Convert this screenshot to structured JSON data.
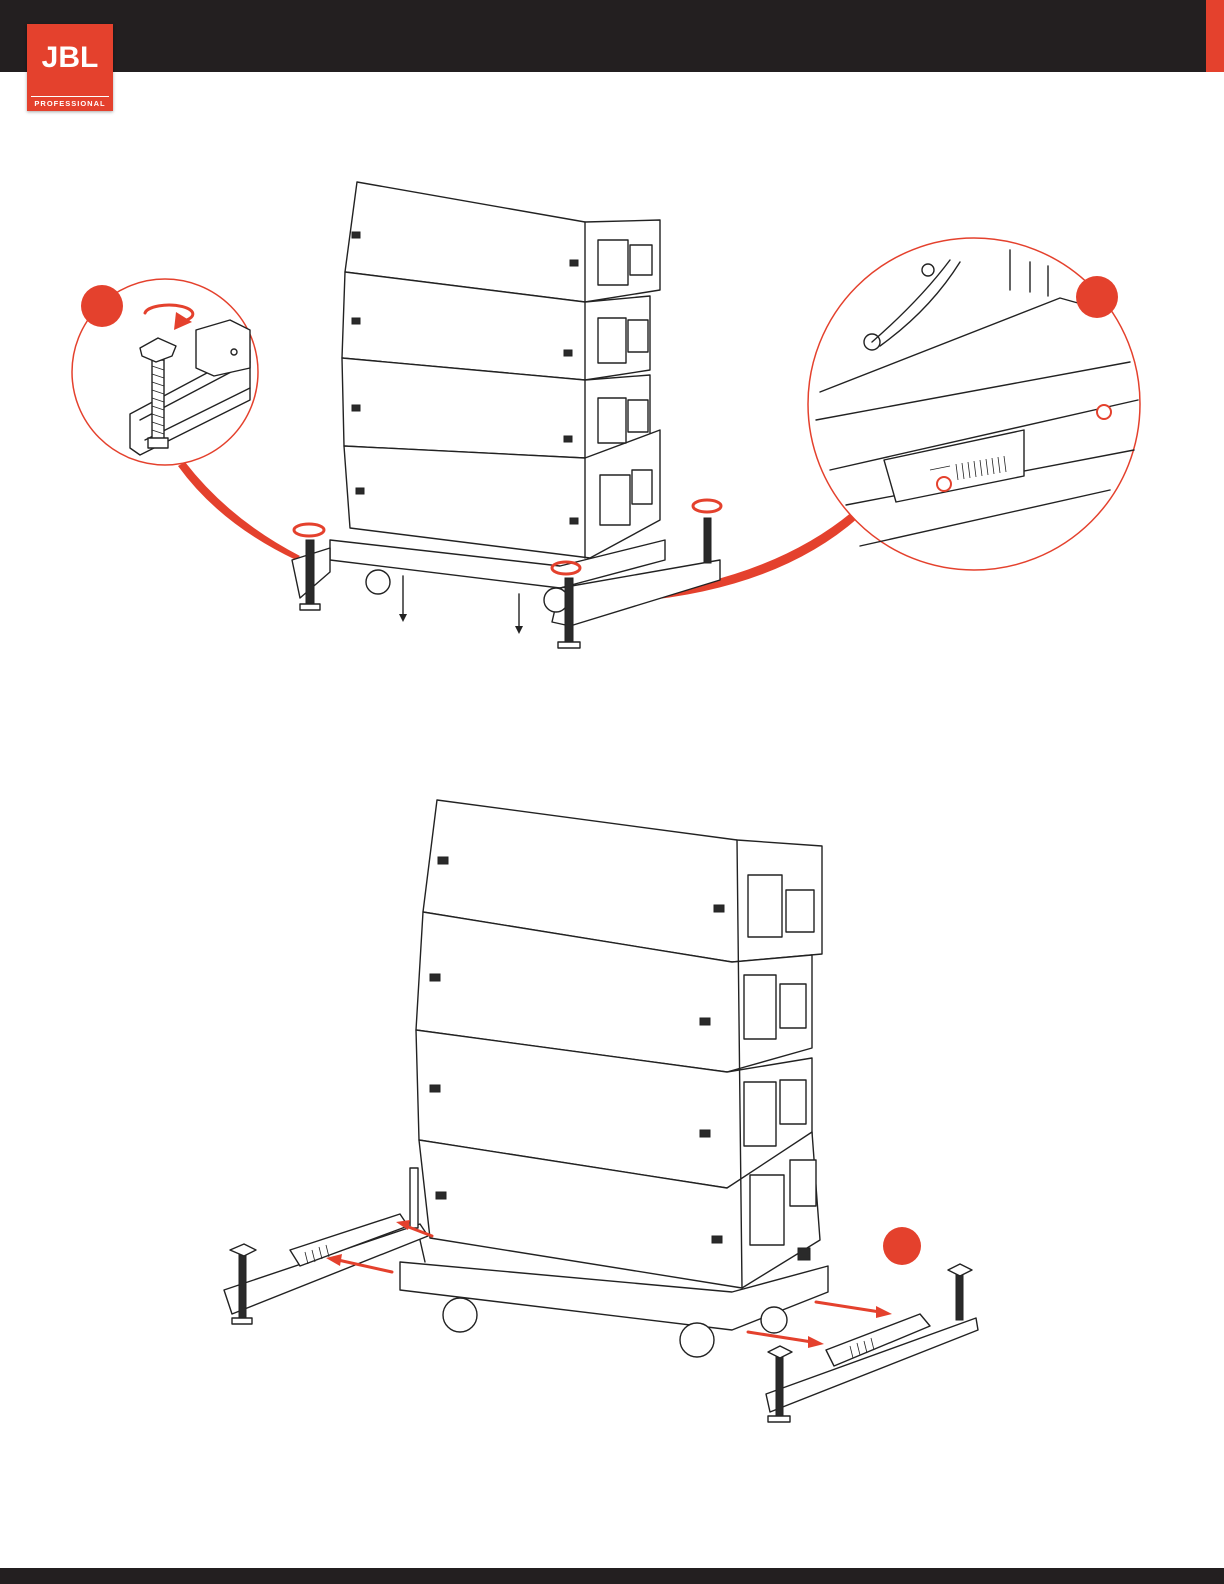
{
  "brand": {
    "logo_text": "JBL",
    "logo_subtext": "PROFESSIONAL",
    "accent_color": "#e4412d",
    "header_color": "#231f20"
  },
  "figures": [
    {
      "id": "figure-top",
      "description_icon": "array-on-cart-with-outriggers",
      "callouts": [
        {
          "badge": "",
          "color": "#e4412d",
          "detail": "outrigger-leveling-jack-rotate"
        },
        {
          "badge": "",
          "color": "#e4412d",
          "detail": "outrigger-locking-pin"
        }
      ]
    },
    {
      "id": "figure-bottom",
      "description_icon": "outriggers-attach-to-cart",
      "callouts": [
        {
          "badge": "",
          "color": "#e4412d",
          "detail": "outrigger-insert-arrows"
        }
      ]
    }
  ]
}
